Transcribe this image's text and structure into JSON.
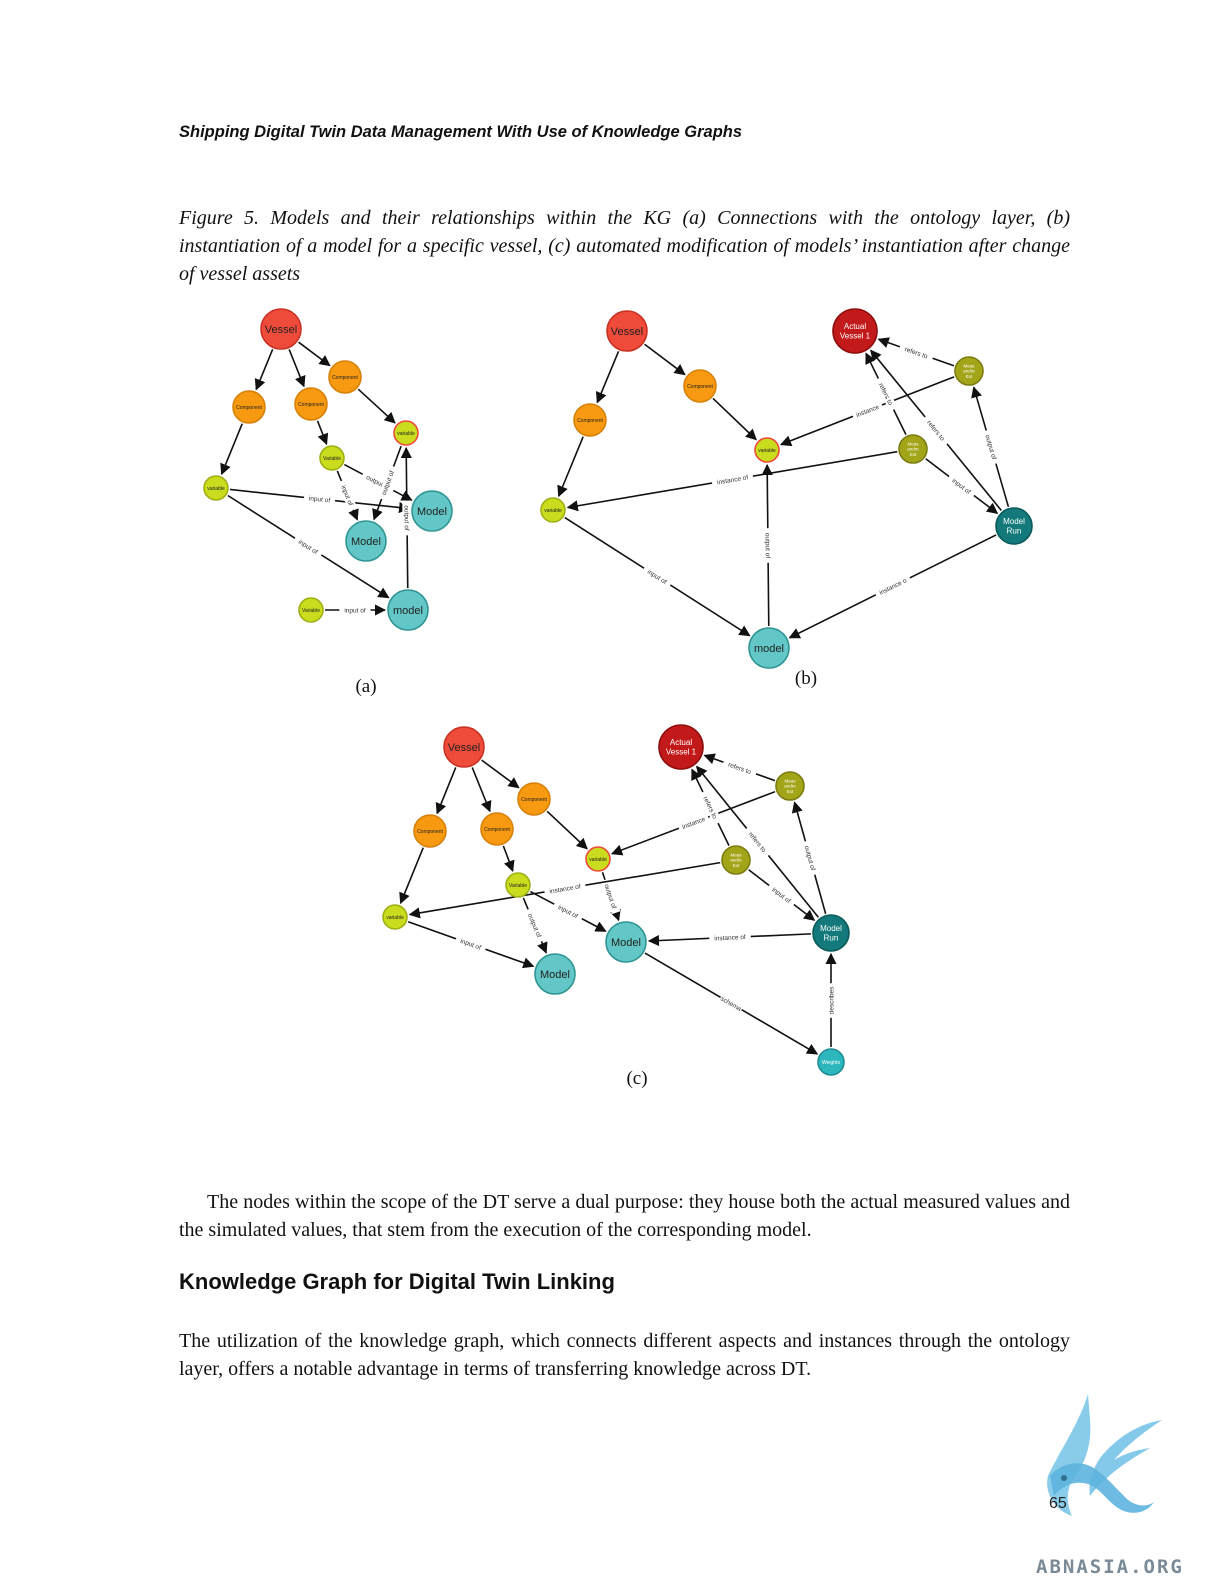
{
  "header": {
    "running_title": "Shipping Digital Twin Data Management With Use of Knowledge Graphs"
  },
  "figure": {
    "caption": "Figure 5. Models and their relationships within the KG (a) Connections with the ontology layer, (b) instantiation of a model for a specific vessel, (c) automated modification of models’ instantiation after change of vessel assets",
    "panels": [
      {
        "id": "a",
        "label": "(a)",
        "nodes": [
          {
            "id": "vessel",
            "label": "Vessel",
            "type": "vessel"
          },
          {
            "id": "comp1",
            "label": "Component",
            "type": "component"
          },
          {
            "id": "comp2",
            "label": "Component",
            "type": "component"
          },
          {
            "id": "comp3",
            "label": "Component",
            "type": "component"
          },
          {
            "id": "var1",
            "label": "variable",
            "type": "variable"
          },
          {
            "id": "var2",
            "label": "Variable",
            "type": "variable"
          },
          {
            "id": "var3",
            "label": "variable",
            "type": "variable-highlight"
          },
          {
            "id": "var4",
            "label": "Variable",
            "type": "variable"
          },
          {
            "id": "model1",
            "label": "Model",
            "type": "model"
          },
          {
            "id": "model2",
            "label": "Model",
            "type": "model"
          },
          {
            "id": "model3",
            "label": "model",
            "type": "model"
          }
        ],
        "edges": [
          {
            "from": "vessel",
            "to": "comp1",
            "label": ""
          },
          {
            "from": "vessel",
            "to": "comp2",
            "label": ""
          },
          {
            "from": "vessel",
            "to": "comp3",
            "label": ""
          },
          {
            "from": "comp1",
            "to": "var1",
            "label": ""
          },
          {
            "from": "comp2",
            "to": "var2",
            "label": ""
          },
          {
            "from": "comp3",
            "to": "var3",
            "label": ""
          },
          {
            "from": "var1",
            "to": "model2",
            "label": "input of"
          },
          {
            "from": "var1",
            "to": "model3",
            "label": "input of"
          },
          {
            "from": "var2",
            "to": "model1",
            "label": "input of"
          },
          {
            "from": "var2",
            "to": "model2",
            "label": "output of"
          },
          {
            "from": "model3",
            "to": "var3",
            "label": "output of"
          },
          {
            "from": "var3",
            "to": "model1",
            "label": "output of"
          },
          {
            "from": "var4",
            "to": "model3",
            "label": "input of"
          }
        ]
      },
      {
        "id": "b",
        "label": "(b)",
        "nodes": [
          {
            "id": "vessel",
            "label": "Vessel",
            "type": "vessel"
          },
          {
            "id": "comp1",
            "label": "Component",
            "type": "component"
          },
          {
            "id": "comp2",
            "label": "Component",
            "type": "component"
          },
          {
            "id": "var1",
            "label": "variable",
            "type": "variable"
          },
          {
            "id": "var2",
            "label": "variable",
            "type": "variable-highlight"
          },
          {
            "id": "model",
            "label": "model",
            "type": "model"
          },
          {
            "id": "actual",
            "label": "Actual Vessel 1",
            "type": "actual"
          },
          {
            "id": "meas1",
            "label": "Meas andre Ext",
            "type": "measurement"
          },
          {
            "id": "meas2",
            "label": "Meas andre Ext",
            "type": "measurement"
          },
          {
            "id": "run",
            "label": "Model Run",
            "type": "run"
          }
        ],
        "edges": [
          {
            "from": "vessel",
            "to": "comp1",
            "label": ""
          },
          {
            "from": "vessel",
            "to": "comp2",
            "label": ""
          },
          {
            "from": "comp1",
            "to": "var1",
            "label": ""
          },
          {
            "from": "comp2",
            "to": "var2",
            "label": ""
          },
          {
            "from": "var1",
            "to": "model",
            "label": "input of"
          },
          {
            "from": "model",
            "to": "var2",
            "label": "output of"
          },
          {
            "from": "meas1",
            "to": "actual",
            "label": "refers to"
          },
          {
            "from": "meas1",
            "to": "var2",
            "label": "instance"
          },
          {
            "from": "meas2",
            "to": "actual",
            "label": "refers to"
          },
          {
            "from": "meas2",
            "to": "var1",
            "label": "instance of"
          },
          {
            "from": "run",
            "to": "actual",
            "label": "refers to"
          },
          {
            "from": "meas2",
            "to": "run",
            "label": "input of"
          },
          {
            "from": "run",
            "to": "meas1",
            "label": "output of"
          },
          {
            "from": "run",
            "to": "model",
            "label": "instance o"
          }
        ]
      },
      {
        "id": "c",
        "label": "(c)",
        "nodes": [
          {
            "id": "vessel",
            "label": "Vessel",
            "type": "vessel"
          },
          {
            "id": "comp1",
            "label": "Component",
            "type": "component"
          },
          {
            "id": "comp2",
            "label": "Component",
            "type": "component"
          },
          {
            "id": "comp3",
            "label": "Component",
            "type": "component"
          },
          {
            "id": "var1",
            "label": "variable",
            "type": "variable"
          },
          {
            "id": "var2",
            "label": "Variable",
            "type": "variable"
          },
          {
            "id": "var3",
            "label": "variable",
            "type": "variable-highlight"
          },
          {
            "id": "model1",
            "label": "Model",
            "type": "model"
          },
          {
            "id": "model2",
            "label": "Model",
            "type": "model"
          },
          {
            "id": "actual",
            "label": "Actual Vessel 1",
            "type": "actual"
          },
          {
            "id": "meas1",
            "label": "Meas andre Ext",
            "type": "measurement"
          },
          {
            "id": "meas2",
            "label": "Meas andre Ext",
            "type": "measurement"
          },
          {
            "id": "run",
            "label": "Model Run",
            "type": "run"
          },
          {
            "id": "weights",
            "label": "Weights",
            "type": "weights"
          }
        ],
        "edges": [
          {
            "from": "vessel",
            "to": "comp1",
            "label": ""
          },
          {
            "from": "vessel",
            "to": "comp2",
            "label": ""
          },
          {
            "from": "vessel",
            "to": "comp3",
            "label": ""
          },
          {
            "from": "comp1",
            "to": "var1",
            "label": ""
          },
          {
            "from": "comp2",
            "to": "var2",
            "label": ""
          },
          {
            "from": "comp3",
            "to": "var3",
            "label": ""
          },
          {
            "from": "var1",
            "to": "model2",
            "label": "input of"
          },
          {
            "from": "var2",
            "to": "model1",
            "label": "input of"
          },
          {
            "from": "var2",
            "to": "model2",
            "label": "output of"
          },
          {
            "from": "var3",
            "to": "model1",
            "label": "output of"
          },
          {
            "from": "meas1",
            "to": "actual",
            "label": "refers to"
          },
          {
            "from": "meas1",
            "to": "var3",
            "label": "instance"
          },
          {
            "from": "meas2",
            "to": "actual",
            "label": "refers to"
          },
          {
            "from": "meas2",
            "to": "var1",
            "label": "instance of"
          },
          {
            "from": "run",
            "to": "actual",
            "label": "refers to"
          },
          {
            "from": "meas2",
            "to": "run",
            "label": "input of"
          },
          {
            "from": "run",
            "to": "meas1",
            "label": "output of"
          },
          {
            "from": "run",
            "to": "model1",
            "label": "instance of"
          },
          {
            "from": "model1",
            "to": "weights",
            "label": "schema"
          },
          {
            "from": "weights",
            "to": "run",
            "label": "describes"
          }
        ]
      }
    ]
  },
  "body": {
    "paragraph1": "The nodes within the scope of the DT serve a dual purpose: they house both the actual measured values and the simulated values, that stem from the execution of the corresponding model.",
    "heading": "Knowledge Graph for Digital Twin Linking",
    "paragraph2": "The utilization of the knowledge graph, which connects different aspects and instances through the ontology layer, offers a notable advantage in terms of transferring knowledge across DT."
  },
  "footer": {
    "page_number": "65",
    "watermark": "ABNASIA.ORG"
  },
  "colors": {
    "vessel": "#ef4b3a",
    "component": "#f79a11",
    "variable": "#c9dc1d",
    "model": "#62c7c6",
    "actual": "#c21a1a",
    "measurement": "#a3a518",
    "run": "#13797b",
    "weights": "#2eb6bf",
    "logo": "#6fbfe6"
  }
}
